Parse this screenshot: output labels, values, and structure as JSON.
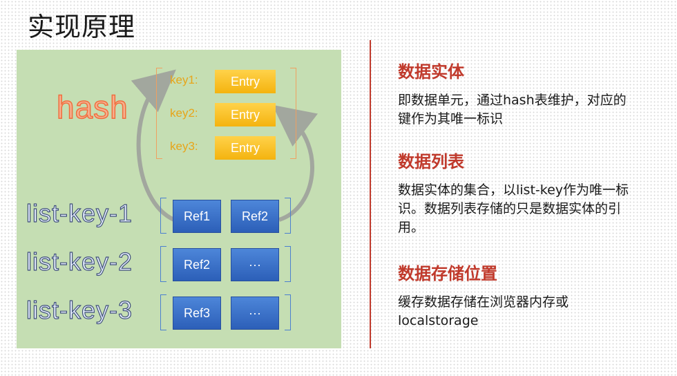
{
  "title": "实现原理",
  "diagram": {
    "hash_label": "hash",
    "hash_entries": [
      {
        "key": "key1:",
        "value": "Entry"
      },
      {
        "key": "key2:",
        "value": "Entry"
      },
      {
        "key": "key3:",
        "value": "Entry"
      }
    ],
    "lists": [
      {
        "name": "list-key-1",
        "refs": [
          "Ref1",
          "Ref2"
        ]
      },
      {
        "name": "list-key-2",
        "refs": [
          "Ref2",
          "···"
        ]
      },
      {
        "name": "list-key-3",
        "refs": [
          "Ref3",
          "···"
        ]
      }
    ]
  },
  "sections": [
    {
      "heading": "数据实体",
      "body": "即数据单元，通过hash表维护，对应的键作为其唯一标识"
    },
    {
      "heading": "数据列表",
      "body": "数据实体的集合，以list-key作为唯一标识。数据列表存储的只是数据实体的引用。"
    },
    {
      "heading": "数据存储位置",
      "body": "缓存数据存储在浏览器内存或localstorage"
    }
  ],
  "colors": {
    "accent": "#c0392b",
    "panel": "#c5deb3",
    "entry": "#f4b30f",
    "ref": "#2c5fb8"
  }
}
